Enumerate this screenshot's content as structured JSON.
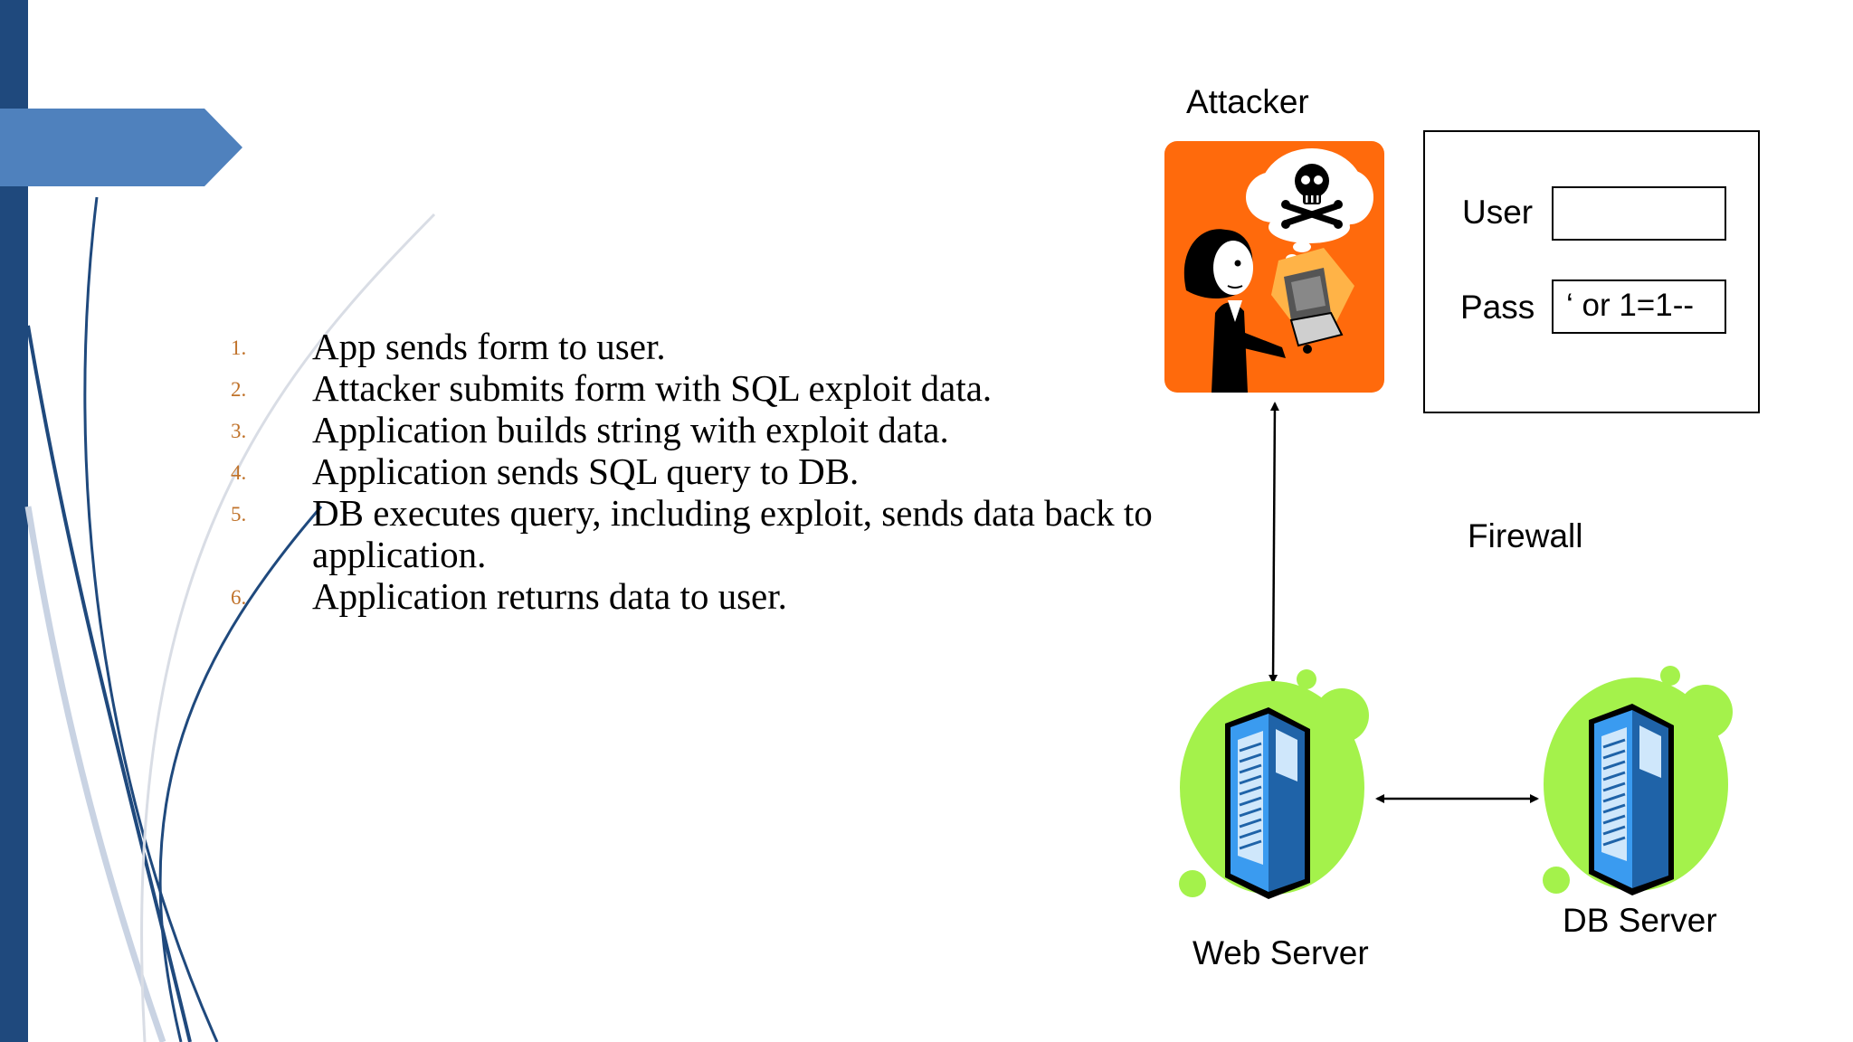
{
  "steps": [
    {
      "number": "1.",
      "text": "App sends form to user."
    },
    {
      "number": "2.",
      "text": "Attacker submits form with SQL exploit data."
    },
    {
      "number": "3.",
      "text": "Application builds string with exploit data."
    },
    {
      "number": "4.",
      "text": "Application sends SQL query to DB."
    },
    {
      "number": "5.",
      "text": "DB executes query, including exploit, sends data back to application."
    },
    {
      "number": "6.",
      "text": "Application returns data to user."
    }
  ],
  "diagram": {
    "attacker_label": "Attacker",
    "firewall_label": "Firewall",
    "web_server_label": "Web Server",
    "db_server_label": "DB Server",
    "login_form": {
      "user_label": "User",
      "user_value": "",
      "pass_label": "Pass",
      "pass_value": "‘ or 1=1--"
    }
  },
  "colors": {
    "left_bar": "#1f497d",
    "title_arrow": "#4f81bd",
    "step_number": "#c0722a",
    "attacker_background": "#ff6a0c",
    "server_blob": "#a4f24b",
    "server_body": "#3a9bf0"
  },
  "icons": [
    "skull-crossbones-icon",
    "laptop-icon",
    "server-rack-icon"
  ]
}
